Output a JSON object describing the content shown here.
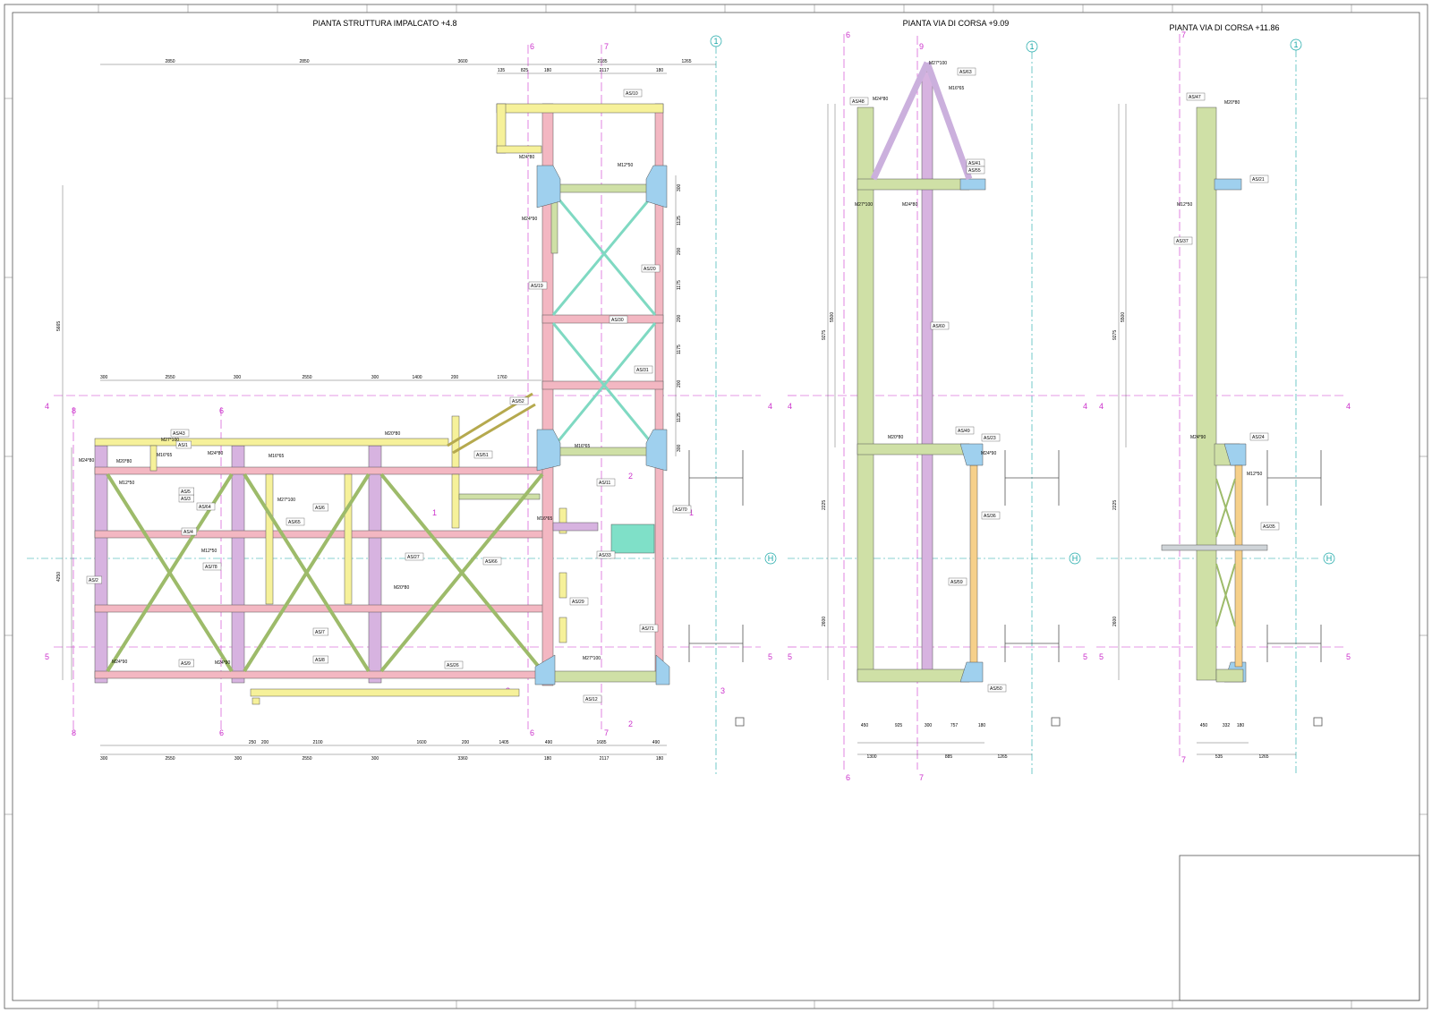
{
  "titles": {
    "plan1": "PIANTA STRUTTURA IMPALCATO +4.8",
    "plan2": "PIANTA VIA DI CORSA +9.09",
    "plan3": "PIANTA VIA DI CORSA +11.86"
  },
  "colors": {
    "green": "#cfe0a6",
    "pink": "#f3b7c2",
    "purple": "#d7b3e0",
    "yellow": "#f6f19a",
    "blue": "#9fd0ee",
    "teal": "#7fe0c8",
    "magenta": "#cc33cc",
    "cyan": "#16a6a6",
    "line": "#333333"
  },
  "grid": {
    "one": "1",
    "h": "H"
  },
  "sections": {
    "s1": "1",
    "s2": "2",
    "s3": "3",
    "s4": "4",
    "s5": "5",
    "s6": "6",
    "s7": "7",
    "s8": "8",
    "s9": "9"
  },
  "plan1_dims_top": [
    "2850",
    "2850",
    "3600",
    "2185",
    "1265"
  ],
  "plan1_dims_top2": [
    "135",
    "825",
    "180",
    "2117",
    "180"
  ],
  "plan1_dims_mid": [
    "300",
    "2550",
    "300",
    "2550",
    "300",
    "1400",
    "200",
    "1760"
  ],
  "plan1_dims_bottom": [
    "300",
    "2550",
    "300",
    "2550",
    "300",
    "3360",
    "180",
    "2117",
    "180"
  ],
  "plan1_dims_bottom2": [
    "250",
    "200",
    "2100",
    "1600",
    "200",
    "1405",
    "490",
    "1685",
    "490"
  ],
  "plan1_dims_left": [
    "5665",
    "4250"
  ],
  "plan1_dims_right": [
    "300",
    "1125",
    "200",
    "1175",
    "200",
    "1175",
    "200",
    "1125",
    "300"
  ],
  "plan2_dims_bottom": [
    "450",
    "925",
    "300",
    "757",
    "180"
  ],
  "plan2_dims_bottom2": [
    "1300",
    "885",
    "1265"
  ],
  "plan2_dims_left": [
    "9275",
    "5500",
    "2225",
    "2600"
  ],
  "plan3_dims_bottom": [
    "450",
    "332",
    "180"
  ],
  "plan3_dims_bottom2": [
    "535",
    "1265"
  ],
  "plan3_dims_left": [
    "9275",
    "5500",
    "2225",
    "2600"
  ],
  "tags": [
    "AS/1",
    "AS/2",
    "AS/3",
    "AS/4",
    "AS/5",
    "AS/6",
    "AS/7",
    "AS/8",
    "AS/9",
    "AS/10",
    "AS/11",
    "AS/12",
    "AS/19",
    "AS/20",
    "AS/21",
    "AS/23",
    "AS/24",
    "AS/26",
    "AS/27",
    "AS/29",
    "AS/30",
    "AS/31",
    "AS/33",
    "AS/35",
    "AS/36",
    "AS/37",
    "AS/41",
    "AS/43",
    "AS/47",
    "AS/48",
    "AS/49",
    "AS/50",
    "AS/51",
    "AS/52",
    "AS/55",
    "AS/59",
    "AS/60",
    "AS/63",
    "AS/64",
    "AS/65",
    "AS/66",
    "AS/70",
    "AS/71",
    "AS/78"
  ],
  "bolts": [
    "M20*80",
    "M24*80",
    "M24*90",
    "M12*50",
    "M16*65",
    "M27*100"
  ]
}
